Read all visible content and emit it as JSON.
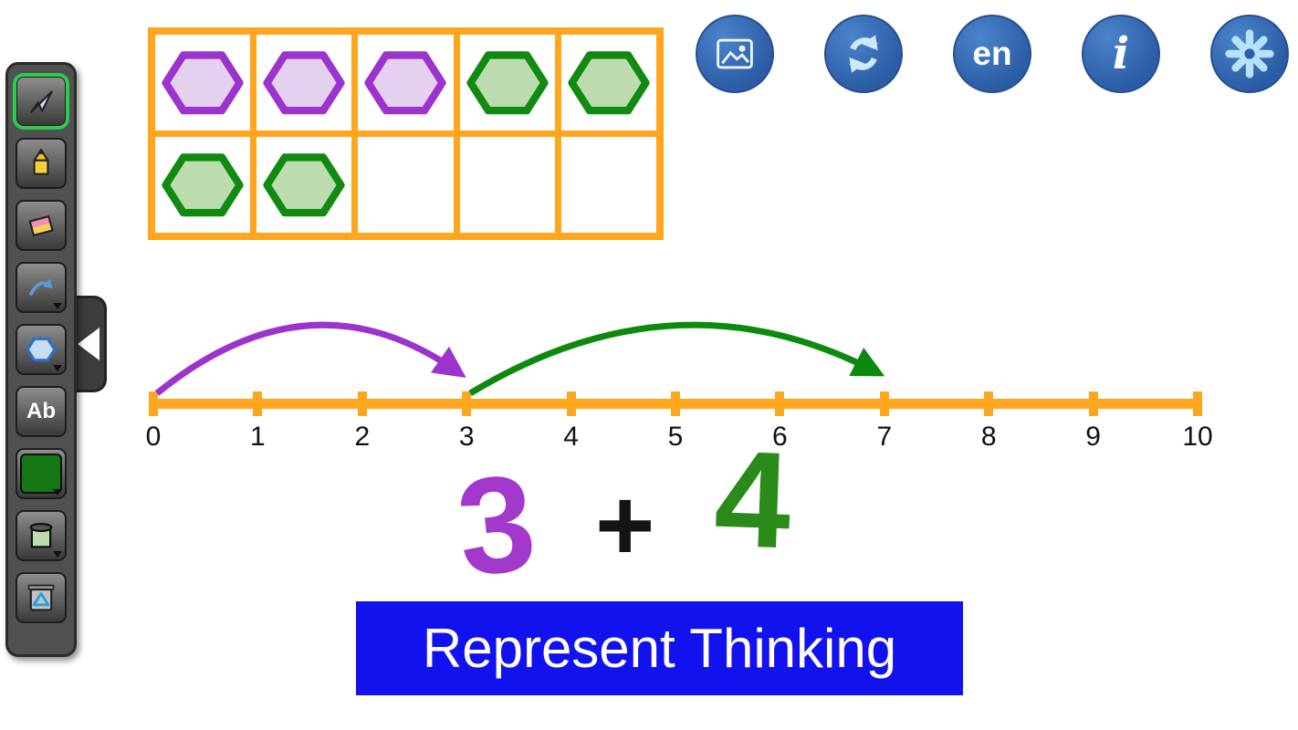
{
  "toolbar": {
    "tools": [
      {
        "id": "select",
        "icon": "cursor-arrow-icon",
        "selected": true,
        "dropdown": false
      },
      {
        "id": "pencil",
        "icon": "pencil-icon",
        "selected": false,
        "dropdown": false
      },
      {
        "id": "eraser",
        "icon": "eraser-icon",
        "selected": false,
        "dropdown": false
      },
      {
        "id": "curve-line",
        "icon": "curve-arrow-icon",
        "selected": false,
        "dropdown": true
      },
      {
        "id": "shapes",
        "icon": "hexagon-icon",
        "selected": false,
        "dropdown": true
      },
      {
        "id": "text",
        "icon": "text-icon",
        "label": "Ab",
        "selected": false,
        "dropdown": false
      },
      {
        "id": "stroke-color",
        "icon": "color-swatch-icon",
        "selected": false,
        "dropdown": true,
        "color": "#157815"
      },
      {
        "id": "fill-color",
        "icon": "fill-bucket-icon",
        "selected": false,
        "dropdown": true,
        "fill": "#bcdcb0"
      },
      {
        "id": "trash",
        "icon": "trash-recycle-icon",
        "selected": false,
        "dropdown": false
      }
    ]
  },
  "header": {
    "buttons": [
      {
        "id": "image",
        "icon": "image-icon",
        "label": ""
      },
      {
        "id": "refresh",
        "icon": "refresh-icon",
        "label": ""
      },
      {
        "id": "language",
        "icon": "",
        "label": "en"
      },
      {
        "id": "info",
        "icon": "",
        "label": "i"
      },
      {
        "id": "settings",
        "icon": "asterisk-flower-icon",
        "label": ""
      }
    ]
  },
  "ten_frame": {
    "rows": [
      [
        "purple",
        "purple",
        "purple",
        "green",
        "green"
      ],
      [
        "green",
        "green",
        "empty",
        "empty",
        "empty"
      ]
    ]
  },
  "number_line": {
    "tick_labels": [
      "0",
      "1",
      "2",
      "3",
      "4",
      "5",
      "6",
      "7",
      "8",
      "9",
      "10"
    ],
    "jumps": [
      {
        "from": 0,
        "to": 3,
        "color": "#9b33cc"
      },
      {
        "from": 3,
        "to": 7,
        "color": "#0d8a0d"
      }
    ]
  },
  "equation": {
    "first": "3",
    "operator": "+",
    "second": "4",
    "first_color": "#a238cc",
    "second_color": "#2a8a1a"
  },
  "banner": {
    "text": "Represent Thinking",
    "background": "#1212ee",
    "text_color": "#ffffff"
  },
  "colors": {
    "frame_orange": "#FFA51E",
    "purple_stroke": "#9b33cc",
    "purple_fill": "#e6d0f0",
    "green_stroke": "#108a10",
    "green_fill": "#bcdcb0"
  }
}
